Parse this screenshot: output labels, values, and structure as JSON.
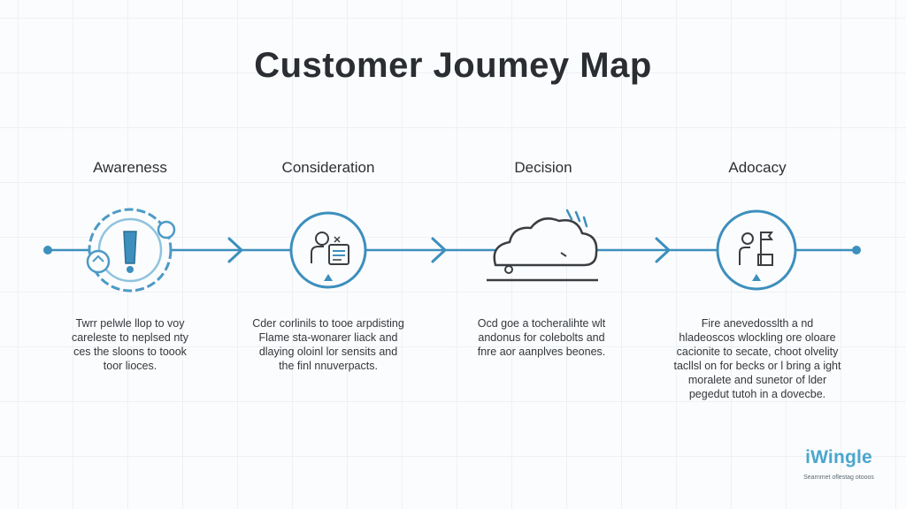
{
  "title": "Customer  Joumey Map",
  "stages": [
    {
      "label": "Awareness",
      "icon": "exclamation-cycle-icon",
      "description": [
        "Twrr pelwle llop to voy",
        "careleste to neplsed nty",
        "ces the sloons to toook",
        "toor lioces."
      ]
    },
    {
      "label": "Consideration",
      "icon": "person-document-icon",
      "description": [
        "Cder corlinils to tooe arpdisting",
        "Flame sta-wonarer liack and",
        "dlaying oloinl lor sensits and",
        "the finl nnuverpacts."
      ]
    },
    {
      "label": "Decision",
      "icon": "cloud-icon",
      "description": [
        "Ocd goe a tocheralihte wlt",
        "andonus for colebolts and",
        "fnre aor aanplves beones."
      ]
    },
    {
      "label": "Adocacy",
      "icon": "person-flag-icon",
      "description": [
        "Fire anevedosslth a nd",
        "hladeoscos wlockling ore oloare",
        "cacionite to secate, choot olvelity",
        "tacllsl on for becks or l bring a ight",
        "moralete and sunetor of lder",
        "pegedut tutoh in a dovecbe."
      ]
    }
  ],
  "logo": {
    "text": "iWingle",
    "tagline": "Searnmet oflestag otooos"
  },
  "colors": {
    "accent": "#3d8fbd",
    "light_accent": "#8fc3df",
    "text": "#2b2f33",
    "icon": "#3a3e42"
  }
}
